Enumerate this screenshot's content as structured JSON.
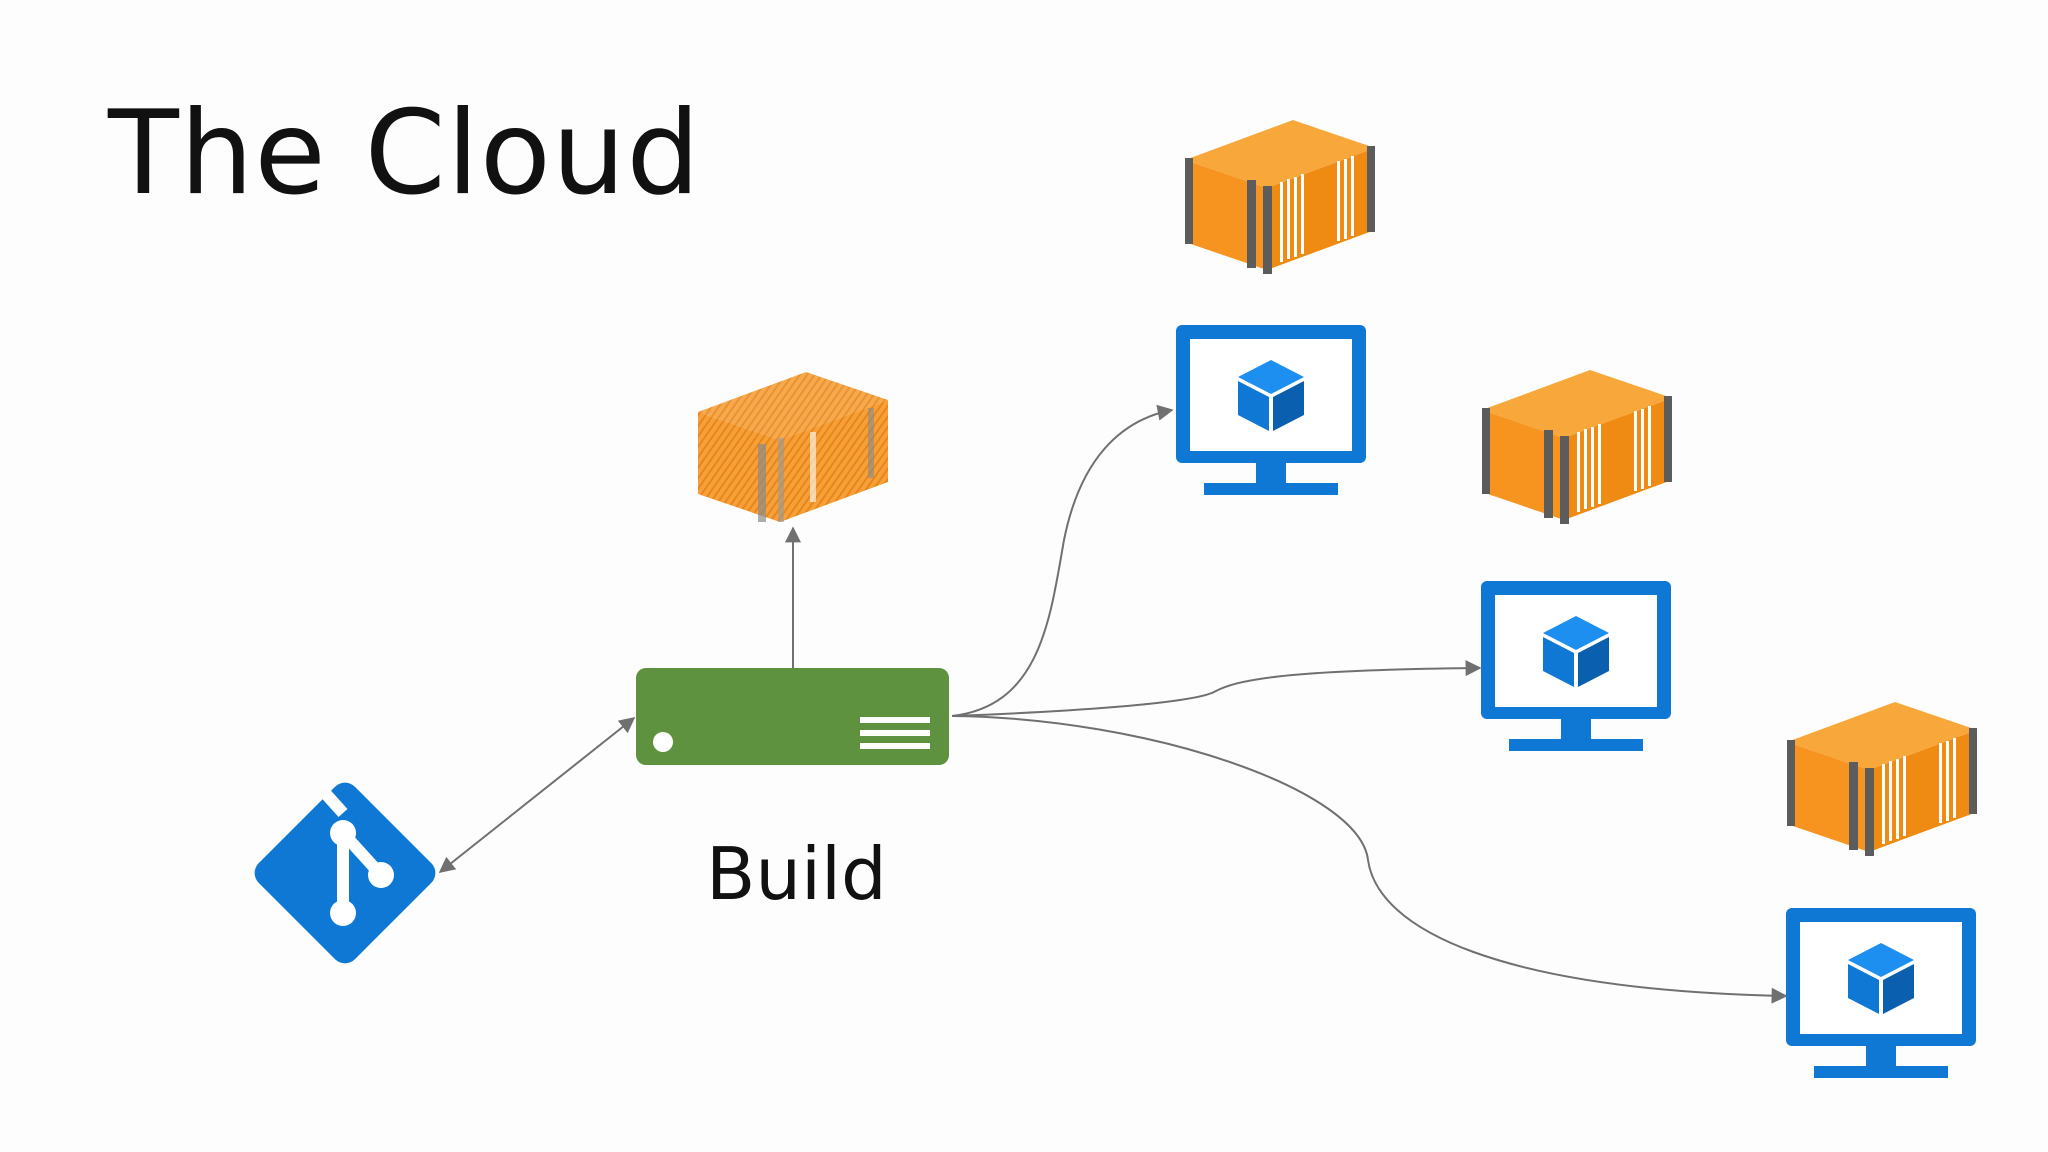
{
  "slide": {
    "title": "The Cloud"
  },
  "diagram": {
    "build_label": "Build",
    "nodes": [
      {
        "name": "git-repo-icon",
        "kind": "source-control"
      },
      {
        "name": "build-server",
        "kind": "server"
      },
      {
        "name": "build-artifact-container-sketch",
        "kind": "container"
      },
      {
        "name": "vm-1",
        "kind": "virtual-machine"
      },
      {
        "name": "vm-2",
        "kind": "virtual-machine"
      },
      {
        "name": "vm-3",
        "kind": "virtual-machine"
      },
      {
        "name": "container-1",
        "kind": "container"
      },
      {
        "name": "container-2",
        "kind": "container"
      },
      {
        "name": "container-3",
        "kind": "container"
      }
    ],
    "edges": [
      {
        "from": "git-repo-icon",
        "to": "build-server",
        "bidirectional": true
      },
      {
        "from": "build-server",
        "to": "build-artifact-container-sketch"
      },
      {
        "from": "build-server",
        "to": "vm-1"
      },
      {
        "from": "build-server",
        "to": "vm-2"
      },
      {
        "from": "build-server",
        "to": "vm-3"
      }
    ],
    "colors": {
      "azure_blue": "#0f78d4",
      "server_green": "#5e923e",
      "container_orange": "#f6941f",
      "container_dark": "#5c5c5c",
      "edge": "#707070"
    }
  }
}
